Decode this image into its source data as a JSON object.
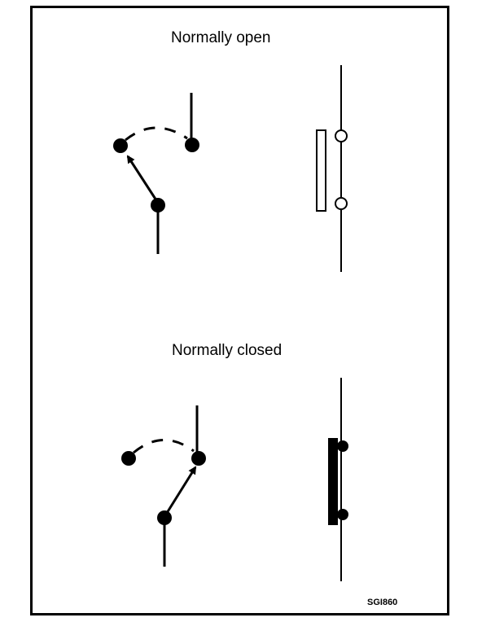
{
  "normally_open": {
    "title": "Normally open"
  },
  "normally_closed": {
    "title": "Normally closed"
  },
  "figure_code": "SGI860",
  "colors": {
    "ink": "#000000",
    "paper": "#ffffff"
  }
}
